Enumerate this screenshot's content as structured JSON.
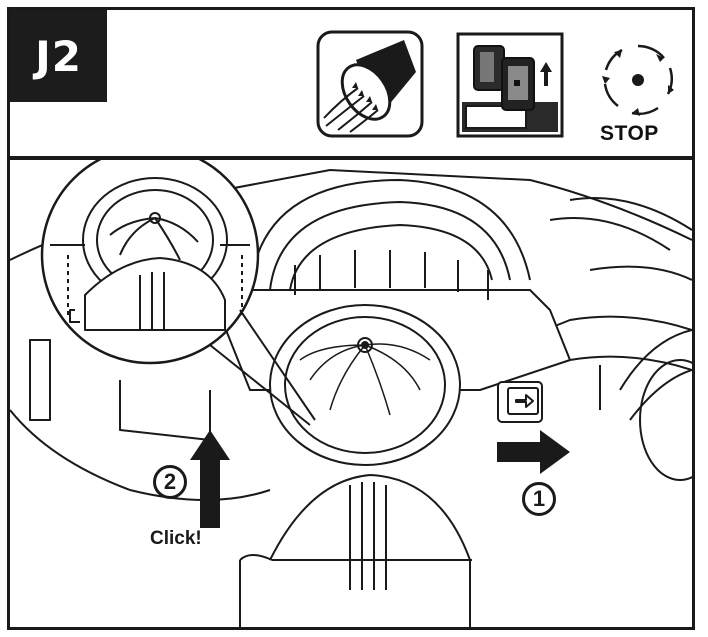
{
  "header": {
    "step_label": "J2",
    "icons": [
      {
        "name": "blower-tube-airflow-icon"
      },
      {
        "name": "remove-battery-icon"
      },
      {
        "name": "blade-stop-icon",
        "caption": "STOP"
      }
    ]
  },
  "illustration": {
    "subject": "mower-rear-discharge-tube-attachment",
    "callouts": [
      {
        "number": "1",
        "direction": "right"
      },
      {
        "number": "2",
        "direction": "up",
        "caption": "Click!"
      }
    ]
  }
}
